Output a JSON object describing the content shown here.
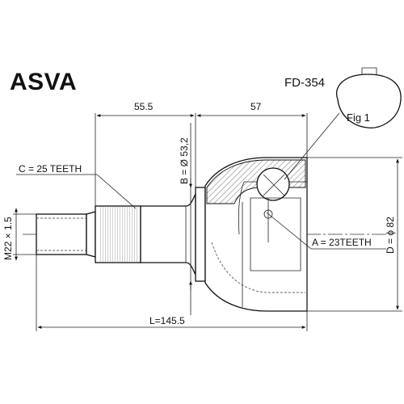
{
  "header": {
    "brand": "ASVA",
    "part_number": "FD-354"
  },
  "figure": {
    "label": "Fig 1"
  },
  "dimensions": {
    "shaft_length": "55.5",
    "housing_length": "57",
    "inner_diameter": "B = Ø 53,2",
    "outer_diameter": "D = ϕ 82",
    "thread": "M22 × 1.5",
    "total_length": "L=145.5"
  },
  "callouts": {
    "outer_teeth": "C = 25 TEETH",
    "inner_teeth": "A = 23TEETH"
  },
  "colors": {
    "line": "#111111",
    "background": "#ffffff"
  }
}
